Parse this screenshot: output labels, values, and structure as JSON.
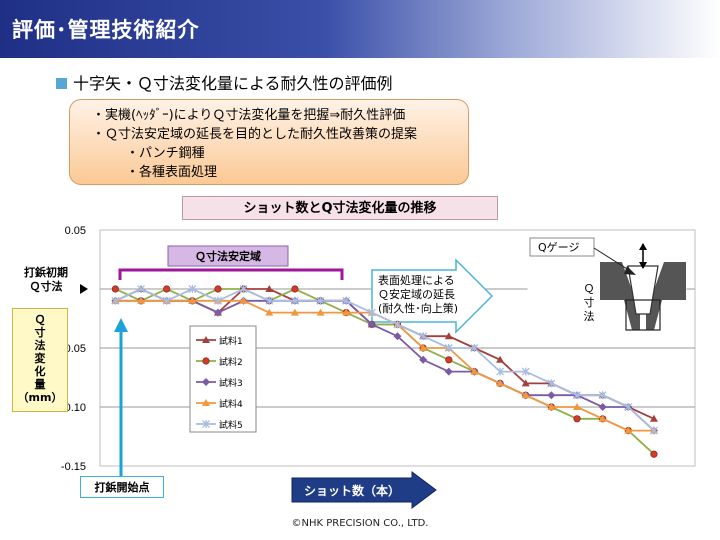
{
  "header": {
    "title": "評価･管理技術紹介"
  },
  "subtitle": "十字矢・Ｑ寸法変化量による耐久性の評価例",
  "note": {
    "line1": "・実機(ﾍｯﾀﾞｰ)によりＱ寸法変化量を把握⇒耐久性評価",
    "line2": "・Ｑ寸法安定域の延長を目的とした耐久性改善策の提案",
    "line3": "・パンチ鋼種",
    "line4": "・各種表面処理"
  },
  "chart_title": "ショット数とQ寸法変化量の推移",
  "annotations": {
    "initial_q_line1": "打鋲初期",
    "initial_q_line2": "Ｑ寸法",
    "stable_zone": "Ｑ寸法安定域",
    "arrow_note_line1": "表面処理による",
    "arrow_note_line2": "Ｑ安定域の延長",
    "arrow_note_line3": "(耐久性･向上策)",
    "start_point": "打鋲開始点",
    "x_axis_label": "ショット数（本）",
    "q_gauge": "Qゲージ",
    "q_dim_q": "Ｑ",
    "q_dim_sun": "寸",
    "q_dim_hou": "法"
  },
  "ylabel_chars": [
    "Ｑ",
    "寸",
    "法",
    "変",
    "化",
    "量"
  ],
  "ylabel_unit": "（mm）",
  "footer": "©NHK PRECISION CO., LTD.",
  "colors": {
    "series1": "#a3403e",
    "series2": "#8fb049",
    "series3": "#7a5ba5",
    "series4": "#f2963f",
    "series5": "#a8bde2",
    "bracket": "#a0169a",
    "stable_box": "#d6b8e4",
    "arrow": "#4472c4"
  },
  "chart_data": {
    "type": "line",
    "x": [
      0,
      1,
      2,
      3,
      4,
      5,
      6,
      7,
      8,
      9,
      10,
      11,
      12,
      13,
      14,
      15,
      16,
      17,
      18,
      19,
      20,
      21
    ],
    "xlabel": "ショット数（本）",
    "ylabel": "Ｑ寸法変化量（mm）",
    "ylim": [
      -0.15,
      0.05
    ],
    "yticks": [
      0.05,
      -0.05,
      -0.1,
      -0.15
    ],
    "ytick_labels": [
      "0.05",
      "-0.05",
      "-0.10",
      "-0.15"
    ],
    "grid": true,
    "legend_position": "left-middle",
    "series": [
      {
        "name": "試料1",
        "marker": "triangle",
        "values": [
          -0.01,
          0.0,
          -0.01,
          -0.01,
          -0.02,
          0.0,
          0.0,
          -0.01,
          -0.01,
          -0.01,
          -0.03,
          -0.03,
          -0.04,
          -0.04,
          -0.05,
          -0.06,
          -0.08,
          -0.08,
          -0.09,
          -0.09,
          -0.1,
          -0.11
        ]
      },
      {
        "name": "試料2",
        "marker": "circle",
        "values": [
          0.0,
          -0.01,
          0.0,
          -0.01,
          0.0,
          0.0,
          -0.01,
          0.0,
          -0.01,
          -0.02,
          -0.03,
          -0.03,
          -0.05,
          -0.06,
          -0.07,
          -0.08,
          -0.09,
          -0.1,
          -0.11,
          -0.11,
          -0.12,
          -0.14
        ]
      },
      {
        "name": "試料3",
        "marker": "diamond",
        "values": [
          -0.01,
          -0.01,
          -0.01,
          -0.01,
          -0.02,
          -0.01,
          -0.01,
          -0.01,
          -0.01,
          -0.01,
          -0.03,
          -0.04,
          -0.06,
          -0.07,
          -0.07,
          -0.08,
          -0.09,
          -0.09,
          -0.09,
          -0.1,
          -0.1,
          -0.12
        ]
      },
      {
        "name": "試料4",
        "marker": "triangle",
        "values": [
          -0.01,
          -0.01,
          -0.01,
          -0.01,
          -0.01,
          -0.01,
          -0.02,
          -0.02,
          -0.02,
          -0.02,
          -0.02,
          -0.03,
          -0.05,
          -0.05,
          -0.07,
          -0.08,
          -0.09,
          -0.1,
          -0.1,
          -0.11,
          -0.12,
          -0.12
        ]
      },
      {
        "name": "試料5",
        "marker": "x",
        "values": [
          -0.01,
          0.0,
          -0.01,
          0.0,
          -0.01,
          0.0,
          -0.01,
          -0.01,
          -0.01,
          -0.01,
          -0.02,
          -0.03,
          -0.04,
          -0.05,
          -0.05,
          -0.07,
          -0.07,
          -0.08,
          -0.09,
          -0.09,
          -0.1,
          -0.12
        ]
      }
    ]
  }
}
